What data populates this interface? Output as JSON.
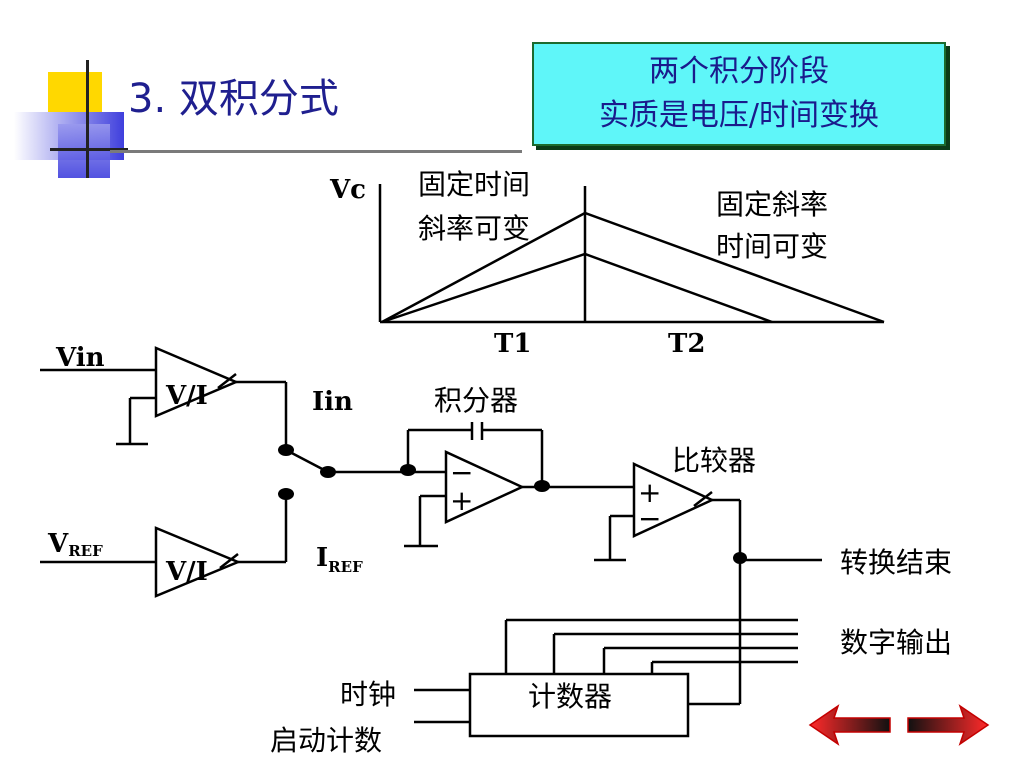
{
  "slide": {
    "title": "3.  双积分式",
    "callout": [
      "两个积分阶段",
      "实质是电压/时间变换"
    ]
  },
  "graph": {
    "y_label": "Vc",
    "phase1_label": [
      "固定时间",
      "斜率可变"
    ],
    "phase2_label": [
      "固定斜率",
      "时间可变"
    ],
    "t1_label": "T1",
    "t2_label": "T2"
  },
  "circuit": {
    "vin_label": "Vin",
    "vref_label": "V",
    "vref_sub": "REF",
    "vi_label": "V/I",
    "iin_label": "Iin",
    "iref_label": "I",
    "iref_sub": "REF",
    "integrator_label": "积分器",
    "comparator_label": "比较器",
    "opamp_minus": "−",
    "opamp_plus": "+",
    "counter_label": "计数器",
    "end_of_conversion": "转换结束",
    "digital_output": "数字输出",
    "clock": "时钟",
    "start_count": "启动计数"
  },
  "colors": {
    "title": "#1f1f8f",
    "callout_bg": "#5ff6f9",
    "nav_arrow": "#e3242b",
    "deco_yellow": "#ffd800",
    "deco_blue": "#3f3fdd"
  },
  "nav": {
    "icon": "double-arrow-nav-icon"
  }
}
